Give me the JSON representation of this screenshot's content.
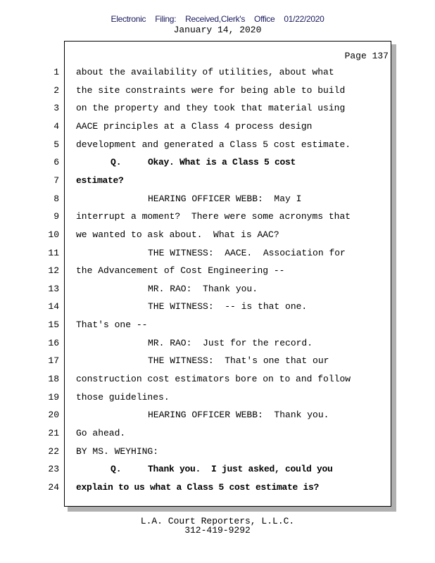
{
  "header": {
    "filing_stamp": "Electronic Filing: Received,Clerk's Office 01/22/2020",
    "date": "January 14, 2020"
  },
  "page_label": "Page 137",
  "lines": [
    {
      "n": "1",
      "text": "about the availability of utilities, about what"
    },
    {
      "n": "2",
      "text": "the site constraints were for being able to build"
    },
    {
      "n": "3",
      "text": "on the property and they took that material using"
    },
    {
      "n": "4",
      "text": "AACE principles at a Class 4 process design"
    },
    {
      "n": "5",
      "text": "development and generated a Class 5 cost estimate."
    },
    {
      "n": "6",
      "q": "Q.",
      "text": "Okay. What is a Class 5 cost",
      "bold": true,
      "indent": true
    },
    {
      "n": "7",
      "text": "estimate?",
      "bold": true
    },
    {
      "n": "8",
      "text": "HEARING OFFICER WEBB:  May I",
      "indent": true
    },
    {
      "n": "9",
      "text": "interrupt a moment?  There were some acronyms that"
    },
    {
      "n": "10",
      "text": "we wanted to ask about.  What is AAC?"
    },
    {
      "n": "11",
      "text": "THE WITNESS:  AACE.  Association for",
      "indent": true
    },
    {
      "n": "12",
      "text": "the Advancement of Cost Engineering --"
    },
    {
      "n": "13",
      "text": "MR. RAO:  Thank you.",
      "indent": true
    },
    {
      "n": "14",
      "text": "THE WITNESS:  -- is that one.",
      "indent": true
    },
    {
      "n": "15",
      "text": "That's one --"
    },
    {
      "n": "16",
      "text": "MR. RAO:  Just for the record.",
      "indent": true
    },
    {
      "n": "17",
      "text": "THE WITNESS:  That's one that our",
      "indent": true
    },
    {
      "n": "18",
      "text": "construction cost estimators bore on to and follow"
    },
    {
      "n": "19",
      "text": "those guidelines."
    },
    {
      "n": "20",
      "text": "HEARING OFFICER WEBB:  Thank you.",
      "indent": true
    },
    {
      "n": "21",
      "text": "Go ahead."
    },
    {
      "n": "22",
      "text": "BY MS. WEYHING:"
    },
    {
      "n": "23",
      "q": "Q.",
      "text": "Thank you.  I just asked, could you",
      "bold": true,
      "indent": true
    },
    {
      "n": "24",
      "text": "explain to us what a Class 5 cost estimate is?",
      "bold": true
    }
  ],
  "footer": {
    "company": "L.A. Court Reporters, L.L.C.",
    "phone": "312-419-9292"
  }
}
